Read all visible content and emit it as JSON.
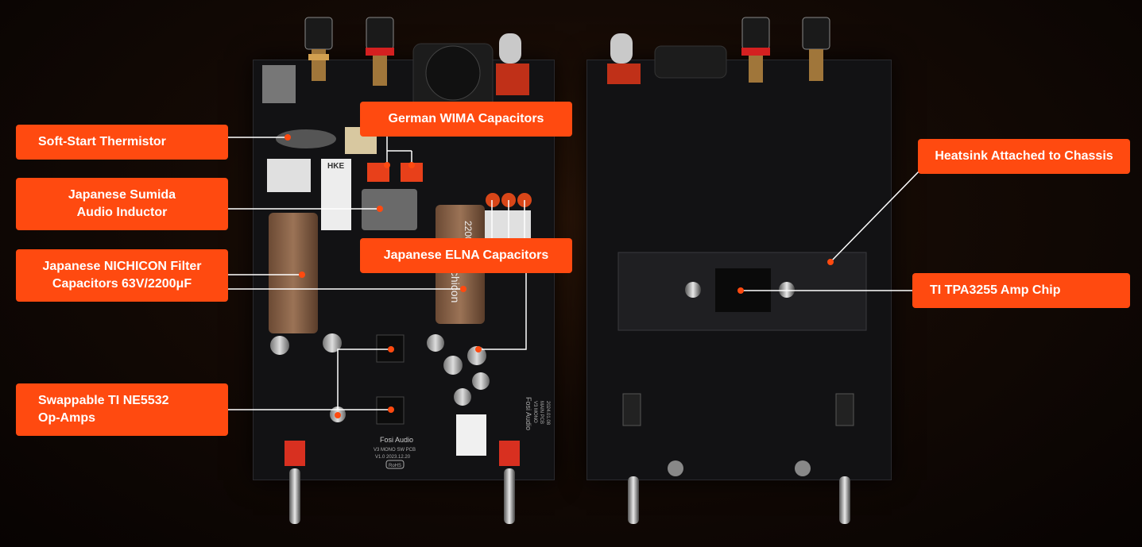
{
  "callouts": {
    "thermistor": "Soft-Start Thermistor",
    "wima": "German WIMA Capacitors",
    "sumida_1": "Japanese Sumida",
    "sumida_2": "Audio Inductor",
    "nichicon_1": "Japanese NICHICON Filter",
    "nichicon_2": "Capacitors 63V/2200μF",
    "elna": "Japanese ELNA Capacitors",
    "opamps_1": "Swappable TI NE5532",
    "opamps_2": "Op-Amps",
    "heatsink": "Heatsink Attached to Chassis",
    "amp_chip": "TI TPA3255 Amp Chip"
  },
  "board_text": {
    "brand": "Fosi Audio",
    "model": "V3 MONO  SW PCB",
    "version": "V1.0  2023.12.20",
    "rohs": "RoHS",
    "cap_label": "2200μF",
    "cap_brand": "nichicon",
    "relay": "HKE",
    "back_brand": "Fosi Audio",
    "back_model": "V3 MONO",
    "back_pcb": "MAIN PCB",
    "back_date": "2024.01.08"
  },
  "colors": {
    "accent": "#ff4a10",
    "pcb": "#121214",
    "background": "#140a05"
  }
}
